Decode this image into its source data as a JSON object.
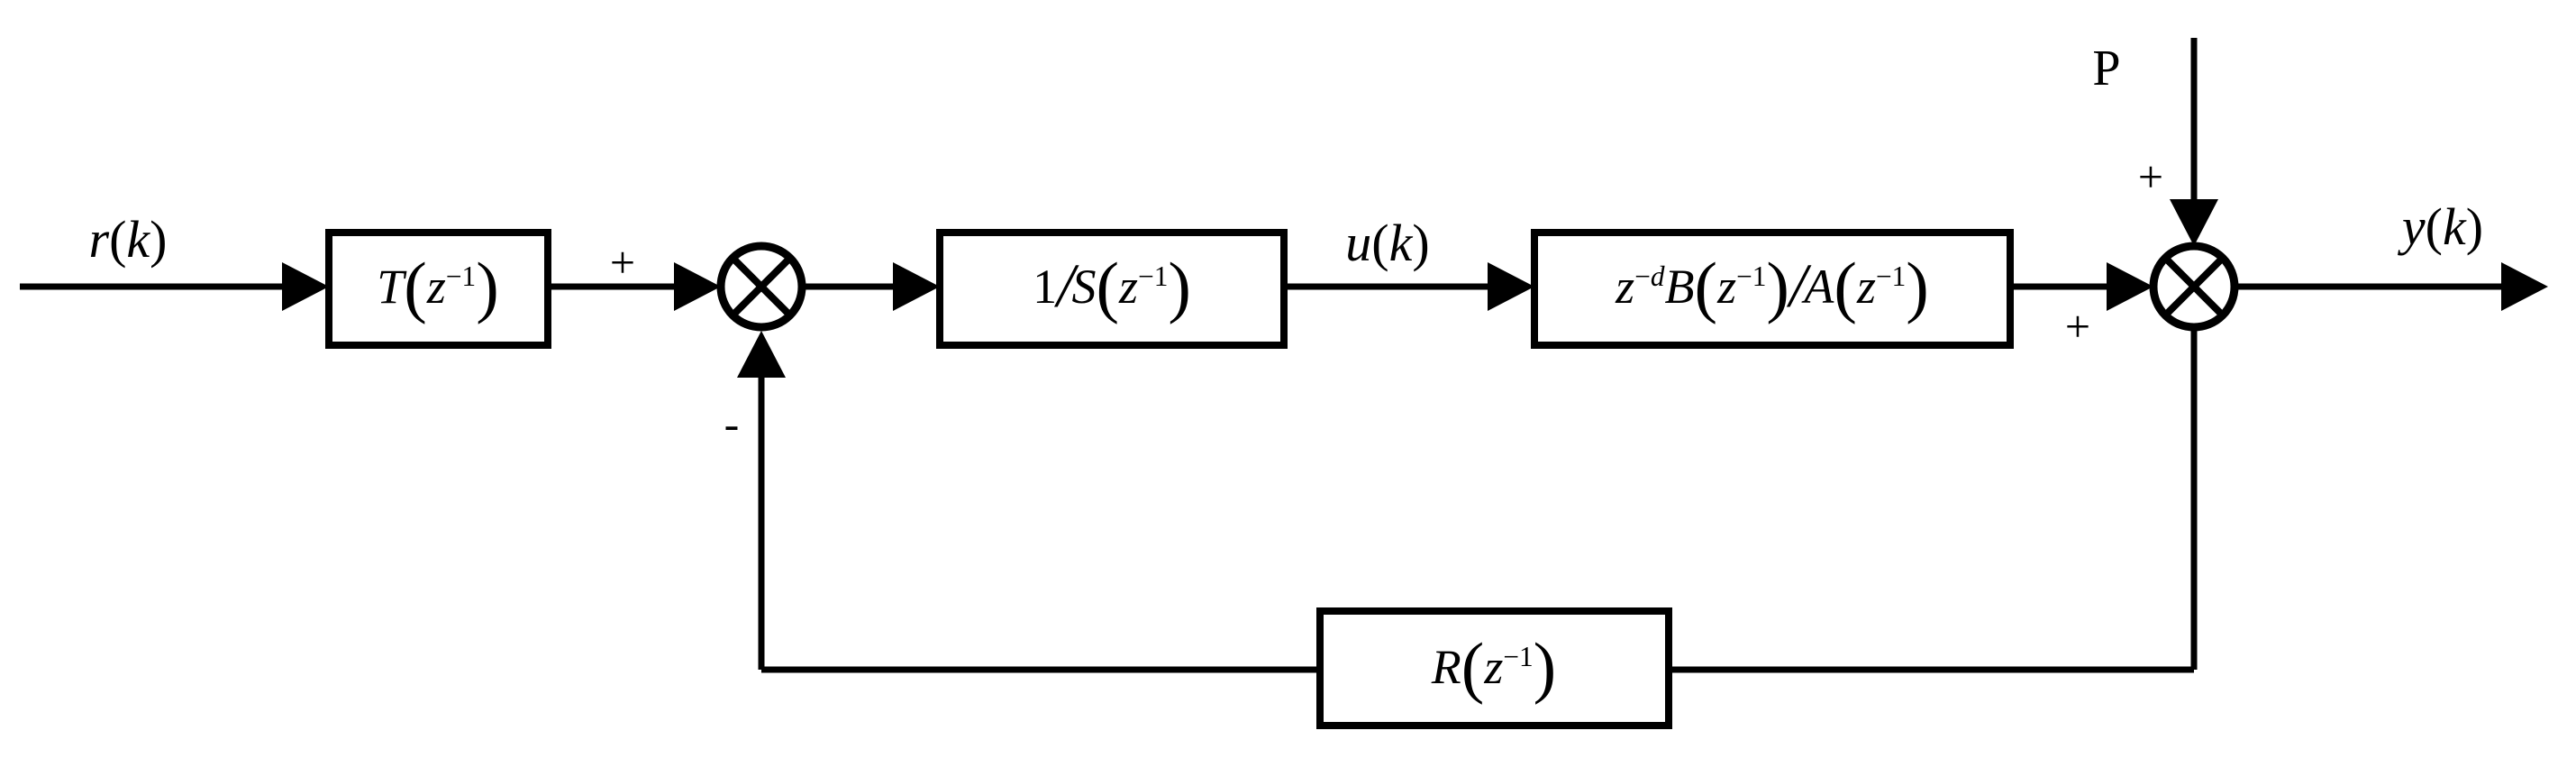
{
  "diagram": {
    "kind": "control-system-block-diagram",
    "colors": {
      "ink": "#000000",
      "background": "#ffffff"
    },
    "signals": {
      "reference": {
        "tokens": [
          {
            "v": "r",
            "s": "it"
          },
          {
            "v": "(",
            "s": "n"
          },
          {
            "v": "k",
            "s": "it"
          },
          {
            "v": ")",
            "s": "n"
          }
        ]
      },
      "control": {
        "tokens": [
          {
            "v": "u",
            "s": "it"
          },
          {
            "v": "(",
            "s": "n"
          },
          {
            "v": "k",
            "s": "it"
          },
          {
            "v": ")",
            "s": "n"
          }
        ]
      },
      "output": {
        "tokens": [
          {
            "v": "y",
            "s": "it"
          },
          {
            "v": "(",
            "s": "n"
          },
          {
            "v": "k",
            "s": "it"
          },
          {
            "v": ")",
            "s": "n"
          }
        ]
      },
      "disturbance": {
        "tokens": [
          {
            "v": "P",
            "s": "n"
          }
        ]
      }
    },
    "blocks": {
      "t_filter": {
        "tokens": [
          {
            "v": "T",
            "s": "it"
          },
          {
            "v": "(",
            "s": "p"
          },
          {
            "v": "z",
            "s": "it"
          },
          {
            "v": "−1",
            "s": "sup"
          },
          {
            "v": ")",
            "s": "p"
          }
        ]
      },
      "s_inverse": {
        "tokens": [
          {
            "v": "1",
            "s": "n"
          },
          {
            "v": "/",
            "s": "fr"
          },
          {
            "v": "S",
            "s": "it"
          },
          {
            "v": "(",
            "s": "p"
          },
          {
            "v": "z",
            "s": "it"
          },
          {
            "v": "−1",
            "s": "sup"
          },
          {
            "v": ")",
            "s": "p"
          }
        ]
      },
      "plant": {
        "tokens": [
          {
            "v": "z",
            "s": "it"
          },
          {
            "v": "−",
            "s": "sup"
          },
          {
            "v": "d",
            "s": "supit"
          },
          {
            "v": "B",
            "s": "it"
          },
          {
            "v": "(",
            "s": "p"
          },
          {
            "v": "z",
            "s": "it"
          },
          {
            "v": "−1",
            "s": "sup"
          },
          {
            "v": ")",
            "s": "p"
          },
          {
            "v": "/",
            "s": "fr"
          },
          {
            "v": "A",
            "s": "it"
          },
          {
            "v": "(",
            "s": "p"
          },
          {
            "v": "z",
            "s": "it"
          },
          {
            "v": "−1",
            "s": "sup"
          },
          {
            "v": ")",
            "s": "p"
          }
        ]
      },
      "r_feedback": {
        "tokens": [
          {
            "v": "R",
            "s": "it"
          },
          {
            "v": "(",
            "s": "p"
          },
          {
            "v": "z",
            "s": "it"
          },
          {
            "v": "−1",
            "s": "sup"
          },
          {
            "v": ")",
            "s": "p"
          }
        ]
      }
    },
    "signs": {
      "junction1_plus": "+",
      "junction1_minus": "-",
      "junction2_plus_disturbance": "+",
      "junction2_plus_forward": "+"
    }
  }
}
